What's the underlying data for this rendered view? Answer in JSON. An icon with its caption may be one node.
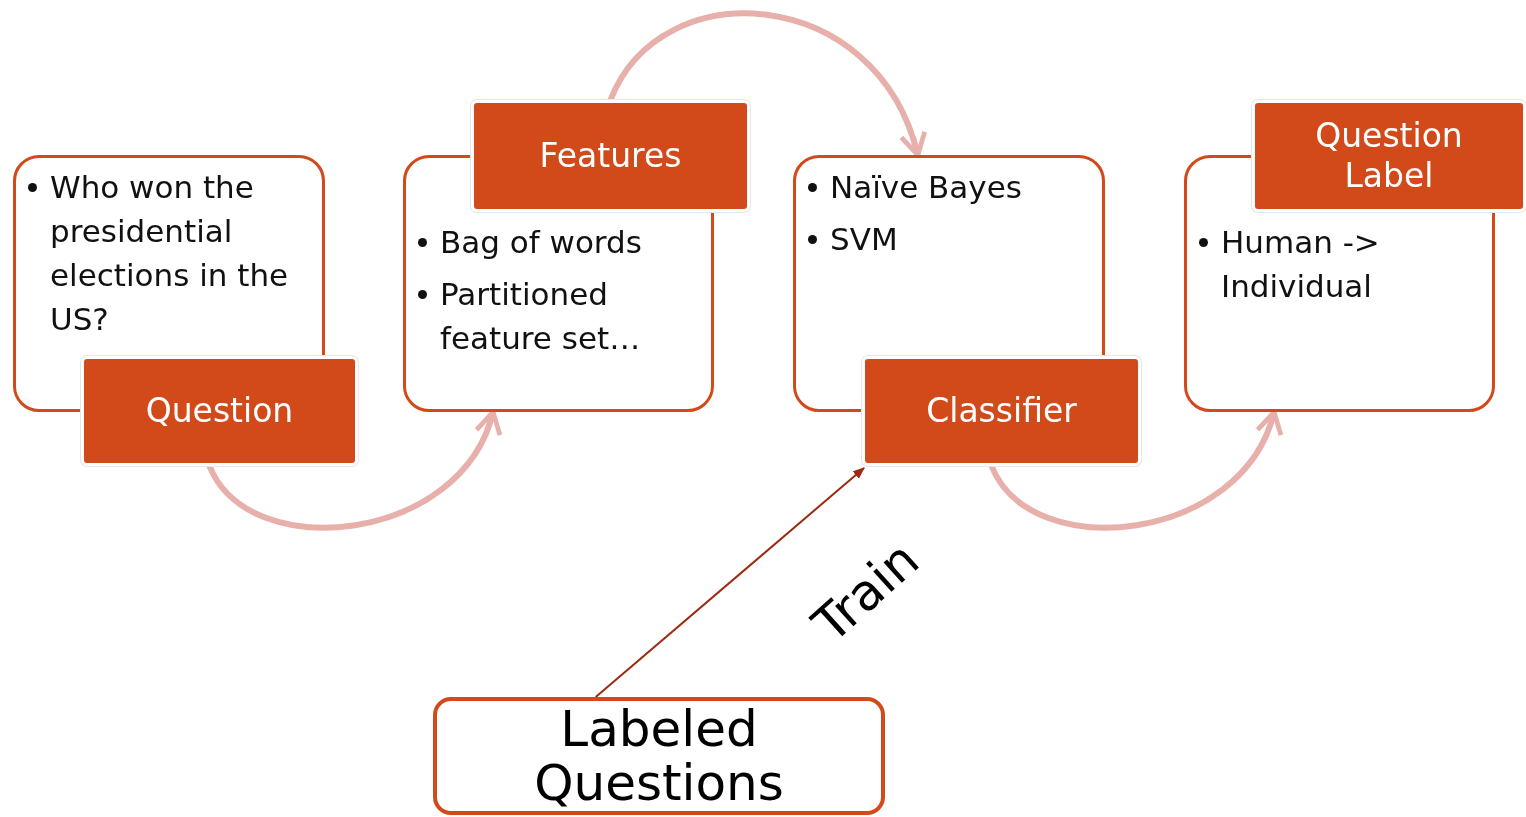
{
  "diagram": {
    "nodes": [
      {
        "text": [
          "Who won the presidential elections in the US?",
          "Question"
        ]
      },
      {
        "text": [
          "Features",
          "Bag of words",
          "Partitioned feature set…"
        ]
      },
      {
        "text": [
          "Naïve Bayes",
          "SVM",
          "Classifier"
        ]
      },
      {
        "text": [
          "Question Label",
          "Human -> Individual"
        ]
      },
      {
        "text": [
          "Labeled Questions"
        ]
      }
    ],
    "edges": [
      {
        "from": 0,
        "to": 1,
        "arrow": "to"
      },
      {
        "from": 1,
        "to": 2,
        "arrow": "to"
      },
      {
        "from": 2,
        "to": 3,
        "arrow": "to"
      },
      {
        "from": 4,
        "to": 2,
        "arrow": "to",
        "label": "Train",
        "color": "#9b2a10"
      }
    ]
  }
}
